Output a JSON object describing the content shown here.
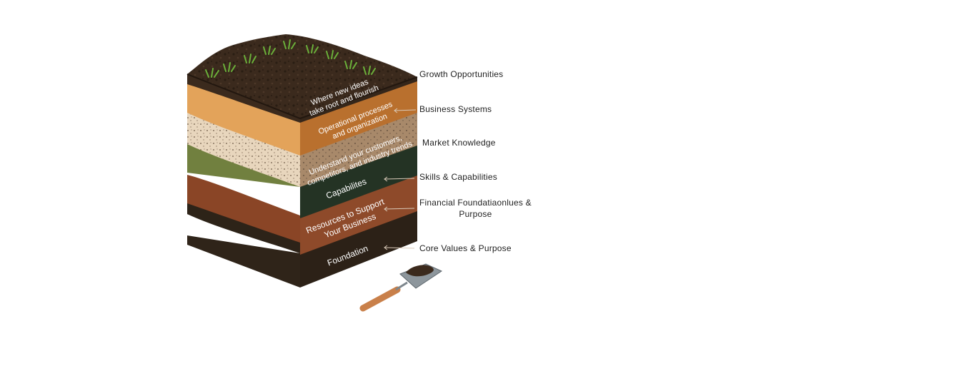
{
  "colors": {
    "topsoil": "#3a2a1c",
    "orange": "#d98a3e",
    "sand": "#ead9c0",
    "green": "#6f7d48",
    "rust": "#a3542e",
    "dark": "#3a2d22",
    "grass": "#6bb13a"
  },
  "layers": [
    {
      "face_label": [
        "Where new ideas",
        "take root and flourish"
      ],
      "side_label": "Growth Opportunities"
    },
    {
      "face_label": [
        "Operational processes",
        "and organization"
      ],
      "side_label": "Business Systems"
    },
    {
      "face_label": [
        "Understand your customers,",
        "competitors, and industry trends"
      ],
      "side_label": "Market Knowledge"
    },
    {
      "face_label": [
        "Capabilites"
      ],
      "side_label": "Skills & Capabilities"
    },
    {
      "face_label": [
        "Resources to Support",
        "Your Business"
      ],
      "side_label": [
        "Financial Foundatiaonlues &",
        "Purpose"
      ]
    },
    {
      "face_label": [
        "Foundation"
      ],
      "side_label": "Core Values & Purpose"
    }
  ],
  "icons": {
    "tool": "trowel-icon"
  }
}
